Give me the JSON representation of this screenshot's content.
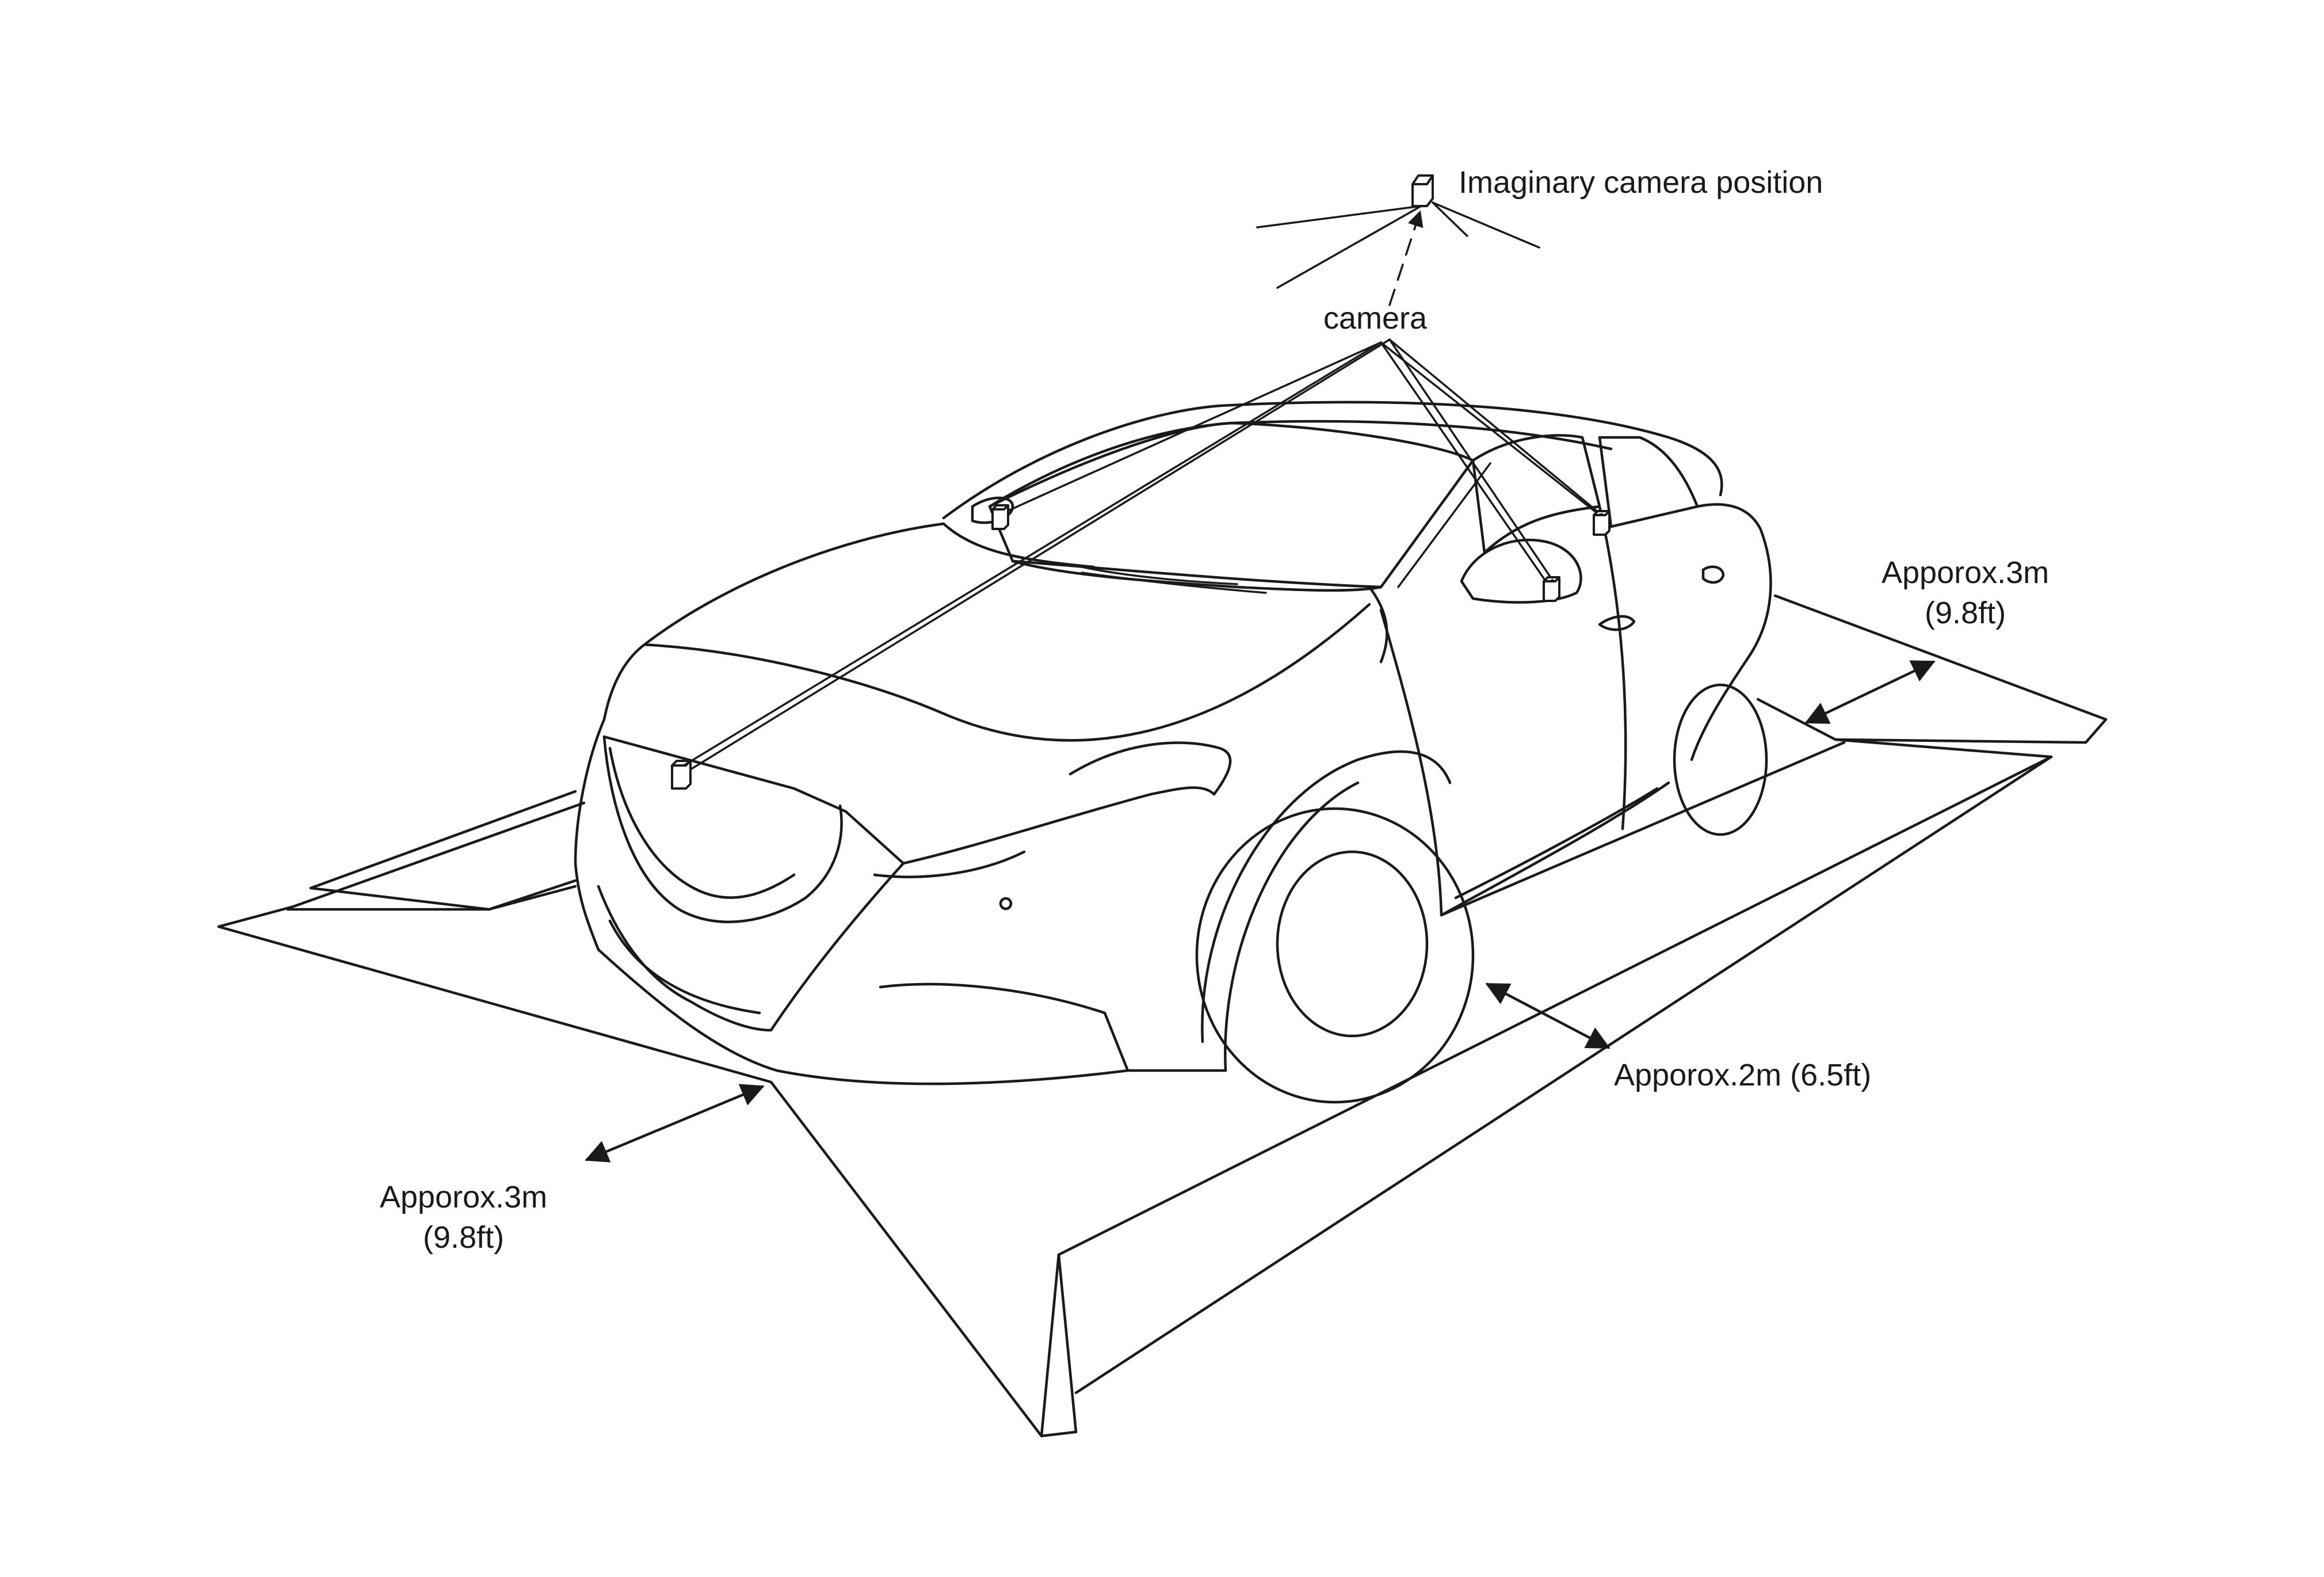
{
  "labels": {
    "imaginary_camera": "Imaginary camera position",
    "camera": "camera",
    "right_range": {
      "line1": "Apporox.3m",
      "line2": "(9.8ft)"
    },
    "side_range": "Apporox.2m (6.5ft)",
    "front_range": {
      "line1": "Apporox.3m",
      "line2": "(9.8ft)"
    }
  },
  "icons": {
    "imaginary_camera": "camera-block-icon",
    "front_camera": "camera-block-icon",
    "left_mirror_camera": "camera-block-icon",
    "right_mirror_camera": "camera-block-icon",
    "rear_camera": "camera-block-icon"
  },
  "colors": {
    "line": "#1a1a1a",
    "background": "#ffffff"
  }
}
